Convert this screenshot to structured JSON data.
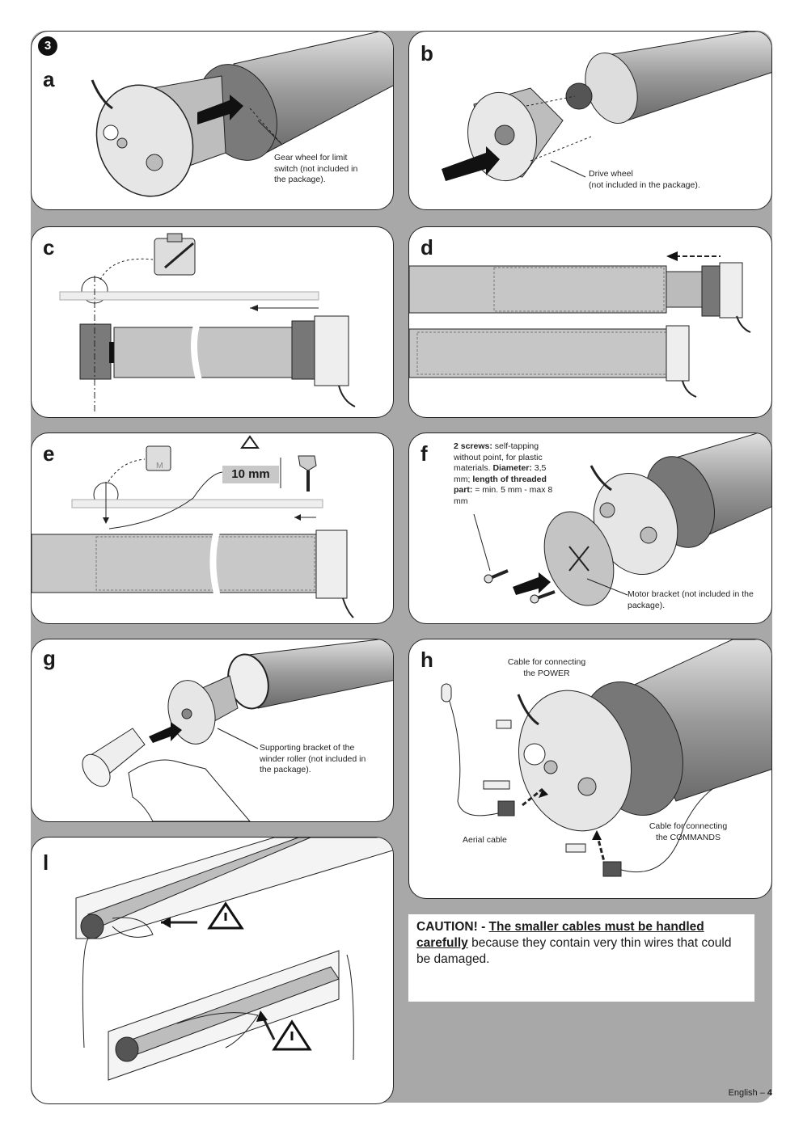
{
  "step_number": "3",
  "panels": {
    "a": {
      "letter": "a",
      "caption": "Gear wheel for limit switch (not included in the package)."
    },
    "b": {
      "letter": "b",
      "caption_line1": "Drive wheel",
      "caption_line2": "(not included in the package)."
    },
    "c": {
      "letter": "c"
    },
    "d": {
      "letter": "d"
    },
    "e": {
      "letter": "e",
      "dimension": "10 mm",
      "marker_label": "M"
    },
    "f": {
      "letter": "f",
      "screws": {
        "t1": "2 screws:",
        "t2": " self-tapping without point, for plastic materials. ",
        "t3": "Diameter:",
        "t4": " 3,5 mm; ",
        "t5": "length of threaded part:",
        "t6": " = min. 5 mm - max 8 mm"
      },
      "bracket_caption": "Motor bracket (not included in the package)."
    },
    "g": {
      "letter": "g",
      "caption": "Supporting bracket of the winder roller (not included in the package)."
    },
    "h": {
      "letter": "h",
      "power_line1": "Cable for connecting",
      "power_line2": "the POWER",
      "commands_line1": "Cable for connecting",
      "commands_line2": "the COMMANDS",
      "aerial": "Aerial cable"
    },
    "l": {
      "letter": "l"
    }
  },
  "caution": {
    "lead": "CAUTION! - ",
    "underlined": "The smaller cables must be handled carefully",
    "rest": " because they contain very thin wires that could be damaged."
  },
  "footer": {
    "language": "English – ",
    "page": "4"
  }
}
